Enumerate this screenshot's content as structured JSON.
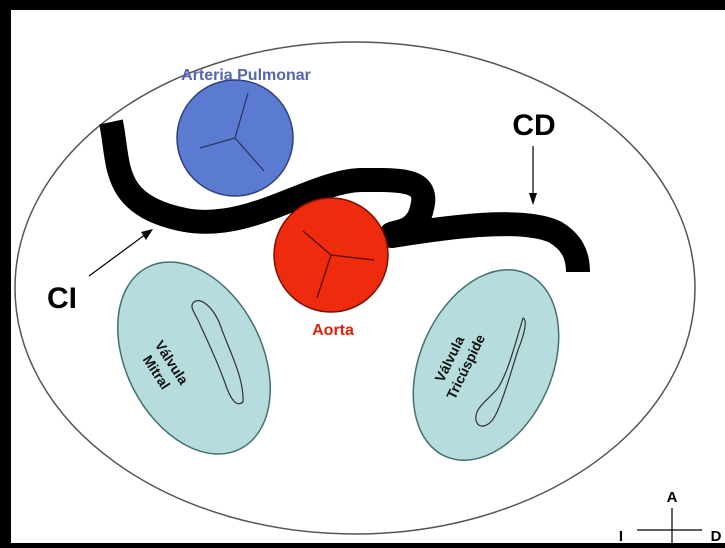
{
  "labels": {
    "pulmonary_artery": "Arteria Pulmonar",
    "aorta": "Aorta",
    "right_coronary": "CD",
    "left_coronary": "CI",
    "mitral_line1": "Válvula",
    "mitral_line2": "Mitral",
    "tricuspid_line1": "Válvula",
    "tricuspid_line2": "Tricúspide"
  },
  "orientation": {
    "anterior": "A",
    "left": "I",
    "right": "D"
  },
  "colors": {
    "background": "#ffffff",
    "frame": "#000000",
    "pulmonary_artery": "#5b7bd0",
    "pulmonary_label": "#5565b0",
    "aorta": "#ee2b0c",
    "aorta_label": "#e0220a",
    "valve_fill": "#b6dcdd",
    "coronary": "#000000"
  }
}
